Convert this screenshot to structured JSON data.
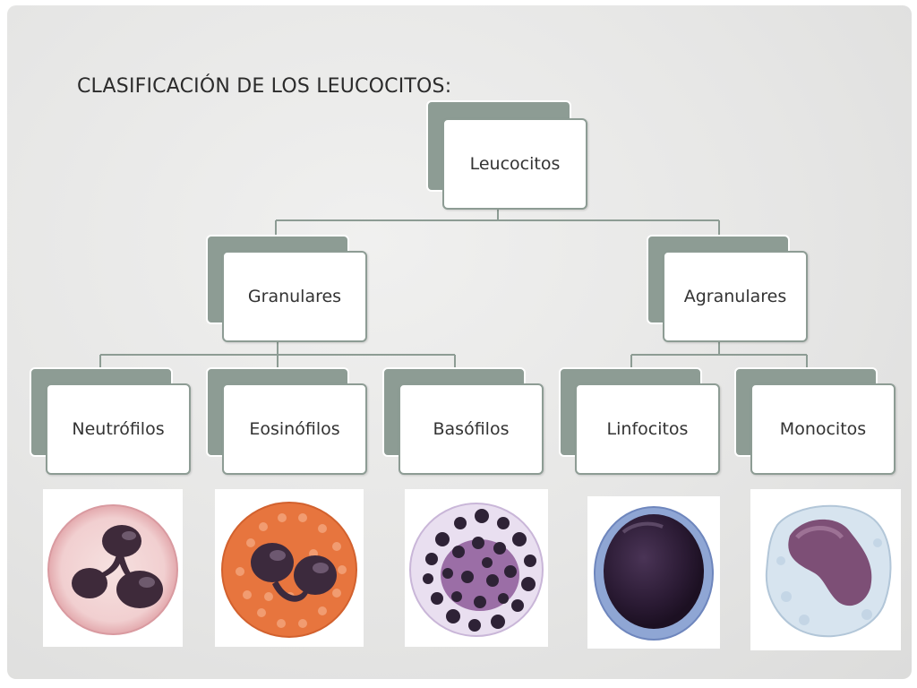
{
  "title": "CLASIFICACIÓN DE LOS LEUCOCITOS:",
  "tree": {
    "root": "Leucocitos",
    "groups": [
      {
        "label": "Granulares",
        "children": [
          "Neutrófilos",
          "Eosinófilos",
          "Basófilos"
        ]
      },
      {
        "label": "Agranulares",
        "children": [
          "Linfocitos",
          "Monocitos"
        ]
      }
    ]
  },
  "images": [
    {
      "name": "neutrophil-image"
    },
    {
      "name": "eosinophil-image"
    },
    {
      "name": "basophil-image"
    },
    {
      "name": "lymphocyte-image"
    },
    {
      "name": "monocyte-image"
    }
  ],
  "colors": {
    "node_shadow": "#8d9c94",
    "node_border": "#8d9c94",
    "connector": "#8d9c94",
    "slide_bg": "#e6e6e5"
  }
}
